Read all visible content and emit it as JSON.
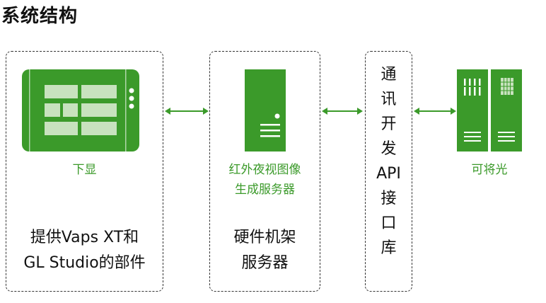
{
  "title": "系统结构",
  "colors": {
    "accent": "#3b9a2a",
    "accent_light": "#c8e2be",
    "border": "#333333"
  },
  "panels": [
    {
      "icon": "tablet-display-icon",
      "green_label": "下显",
      "black_label_lines": [
        "提供Vaps XT和",
        "GL Studio的部件"
      ]
    },
    {
      "icon": "server-tower-icon",
      "green_label_lines": [
        "红外夜视图像",
        "生成服务器"
      ],
      "black_label_lines": [
        "硬件机架",
        "服务器"
      ]
    },
    {
      "vertical_chars": [
        "通",
        "讯",
        "开",
        "发",
        "API",
        "接",
        "口",
        "库"
      ]
    }
  ],
  "external": {
    "icon": "rack-server-icon",
    "green_label": "可将光"
  }
}
